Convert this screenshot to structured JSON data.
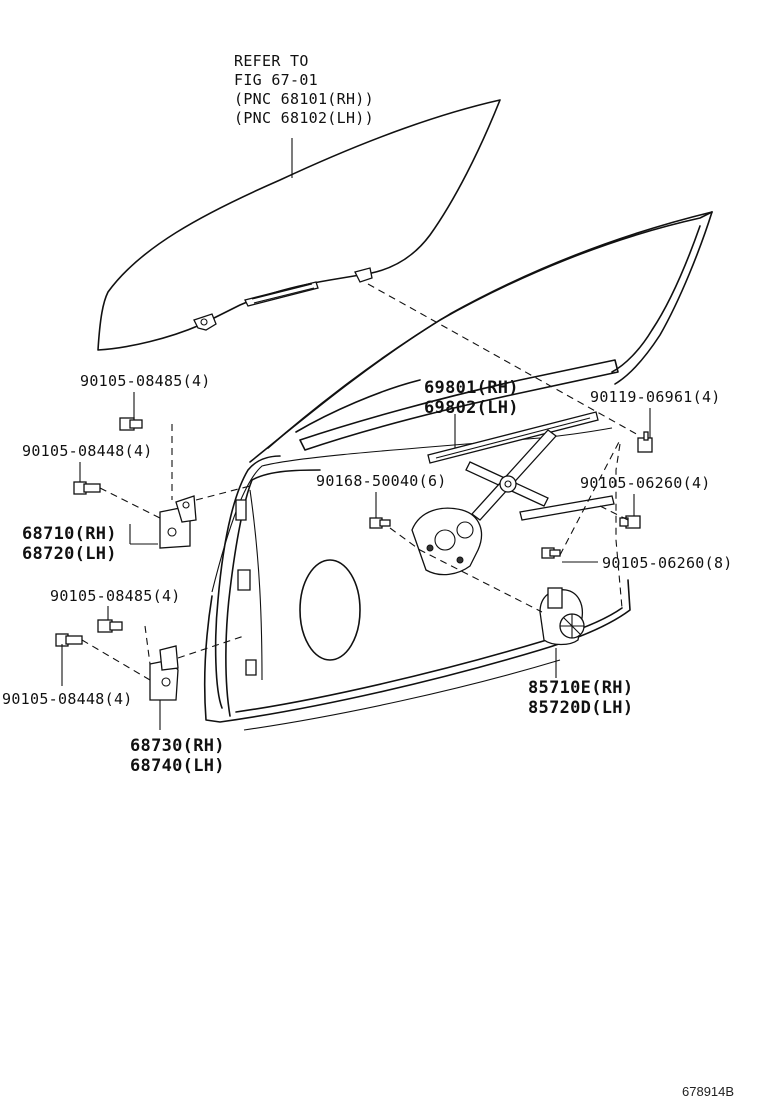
{
  "refer": {
    "line1": "REFER TO",
    "line2": "FIG 67-01",
    "line3": "(PNC 68101(RH))",
    "line4": "(PNC 68102(LH))"
  },
  "labels": {
    "bolt_hinge_top_upper": "90105-08485(4)",
    "bolt_hinge_top_side": "90105-08448(4)",
    "hinge_upper_rh": "68710(RH)",
    "hinge_upper_lh": "68720(LH)",
    "bolt_hinge_bottom_upper": "90105-08485(4)",
    "bolt_hinge_bottom_side": "90105-08448(4)",
    "hinge_lower_rh": "68730(RH)",
    "hinge_lower_lh": "68740(LH)",
    "regulator_rh": "69801(RH)",
    "regulator_lh": "69802(LH)",
    "bolt_regulator": "90168-50040(6)",
    "bolt_rail_top": "90119-06961(4)",
    "bolt_rail_mid": "90105-06260(4)",
    "bolt_motor": "90105-06260(8)",
    "motor_rh": "85710E(RH)",
    "motor_lh": "85720D(LH)"
  },
  "diagram_code": "678914B"
}
